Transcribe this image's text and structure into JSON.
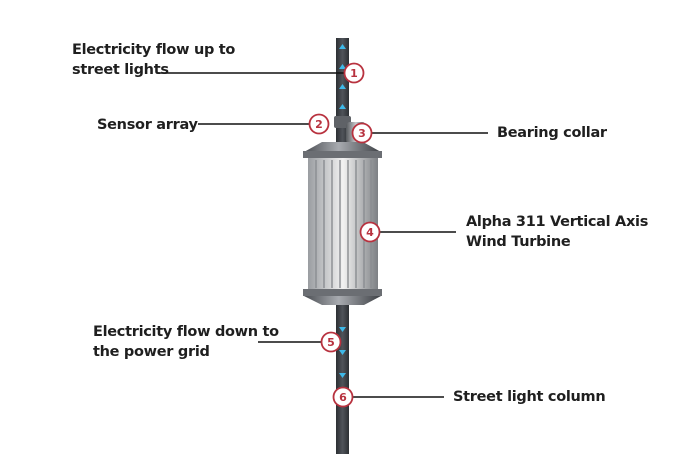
{
  "colors": {
    "pole": "#3a3d41",
    "flow": "#3fb9e8",
    "badge_border": "#b8323f",
    "badge_fill": "#ffffff",
    "badge_text": "#b8323f",
    "leader": "#111111",
    "text": "#1f1f1f",
    "turbine_light": "#e6e6e6",
    "turbine_dark": "#5a5d61"
  },
  "callouts": [
    {
      "number": "1",
      "lines": [
        "Electricity flow up to",
        "street lights"
      ]
    },
    {
      "number": "2",
      "lines": [
        "Sensor array"
      ]
    },
    {
      "number": "3",
      "lines": [
        "Bearing collar"
      ]
    },
    {
      "number": "4",
      "lines": [
        "Alpha 311 Vertical Axis",
        "Wind Turbine"
      ]
    },
    {
      "number": "5",
      "lines": [
        "Electricity flow down to",
        "the power grid"
      ]
    },
    {
      "number": "6",
      "lines": [
        "Street light column"
      ]
    }
  ]
}
